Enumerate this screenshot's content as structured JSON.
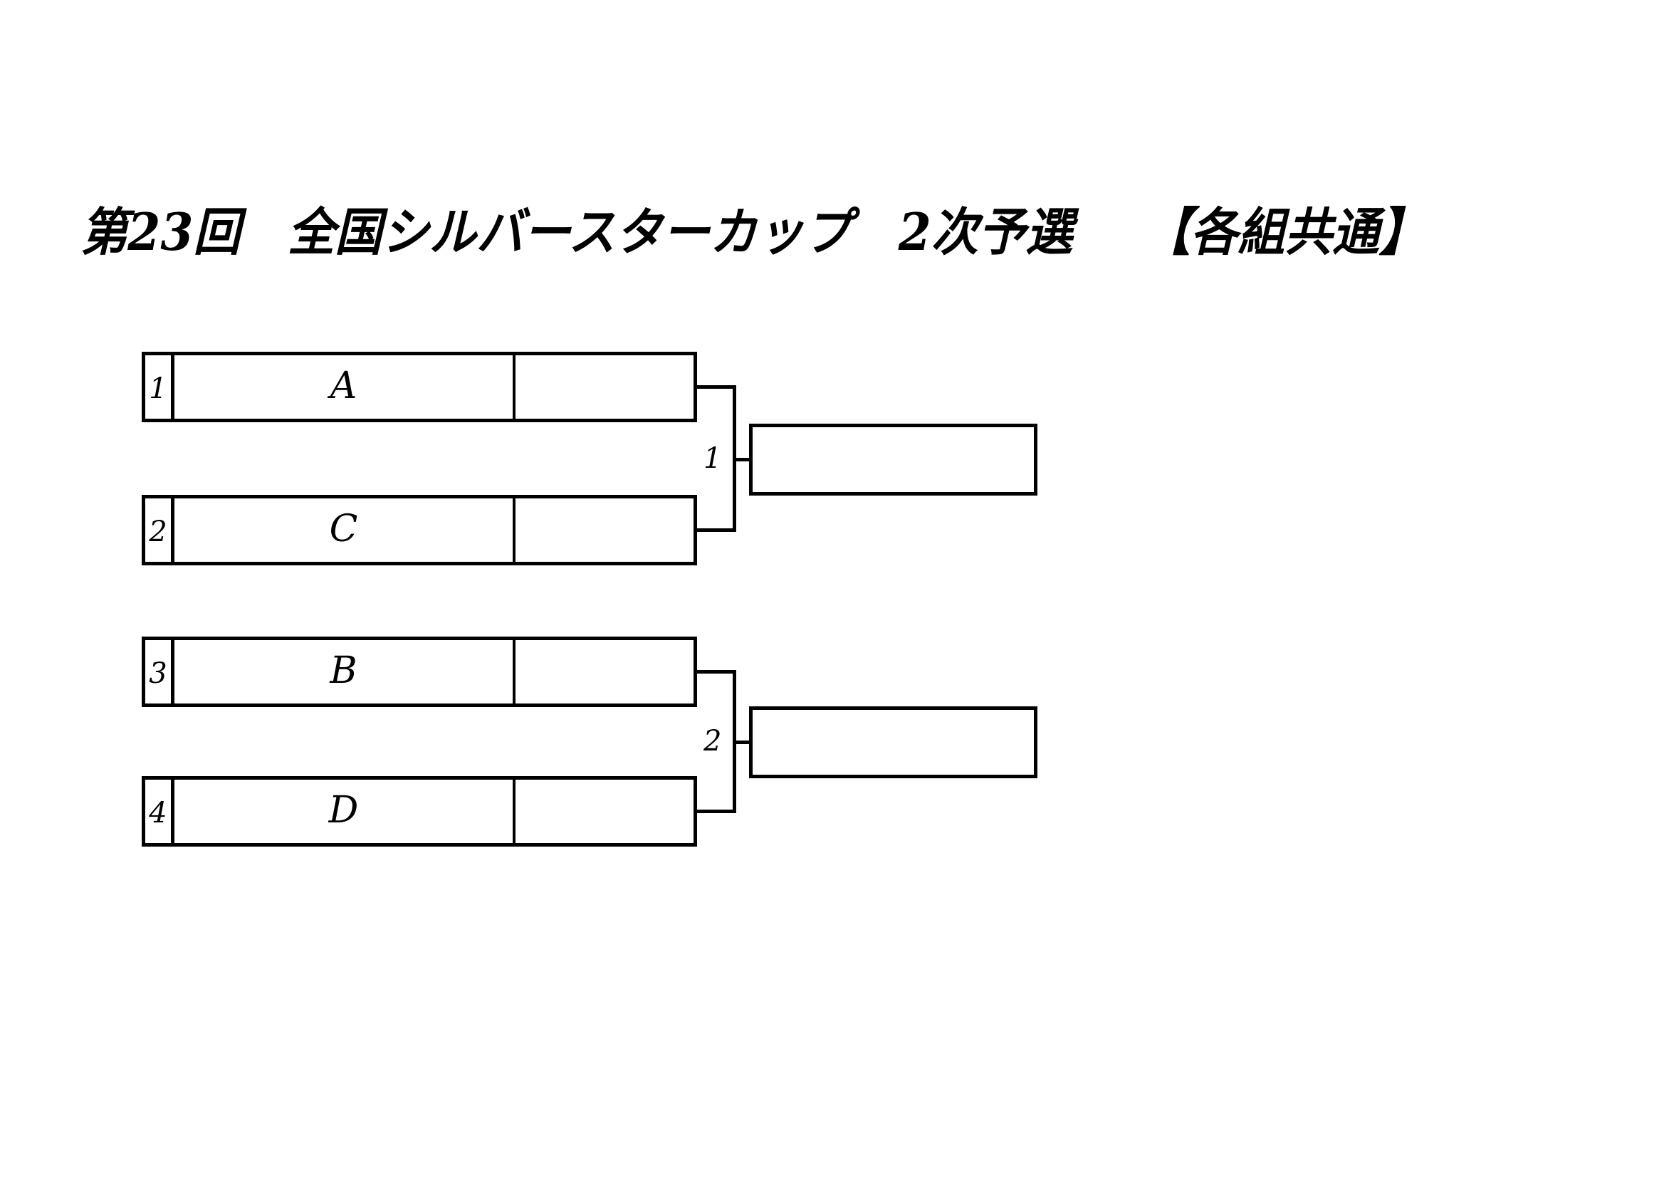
{
  "document": {
    "title": "第23回　全国シルバースターカップ　2次予選　　【各組共通】",
    "background_color": "#ffffff",
    "line_color": "#000000"
  },
  "bracket": {
    "type": "single-elimination",
    "rounds": 2,
    "matches": [
      {
        "label": "1",
        "entries": [
          {
            "rank": "1",
            "team": "A",
            "score": ""
          },
          {
            "rank": "2",
            "team": "C",
            "score": ""
          }
        ],
        "winner": ""
      },
      {
        "label": "2",
        "entries": [
          {
            "rank": "3",
            "team": "B",
            "score": ""
          },
          {
            "rank": "4",
            "team": "D",
            "score": ""
          }
        ],
        "winner": ""
      }
    ]
  }
}
